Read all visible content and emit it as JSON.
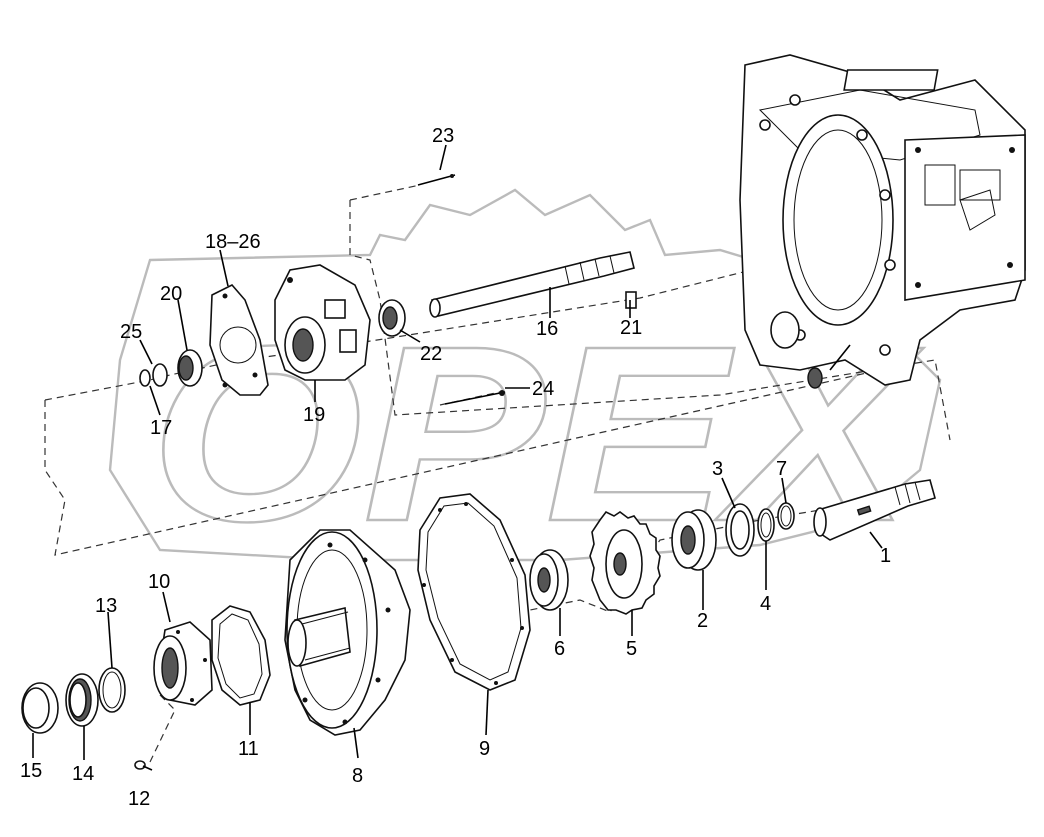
{
  "watermark": {
    "text": "OPEX",
    "color": "#bbbbbb"
  },
  "callouts": {
    "c1": "1",
    "c2": "2",
    "c3": "3",
    "c4": "4",
    "c5": "5",
    "c6": "6",
    "c7": "7",
    "c8": "8",
    "c9": "9",
    "c10": "10",
    "c11": "11",
    "c12": "12",
    "c13": "13",
    "c14": "14",
    "c15": "15",
    "c16": "16",
    "c17": "17",
    "c18_26": "18–26",
    "c19": "19",
    "c20": "20",
    "c21": "21",
    "c22": "22",
    "c23": "23",
    "c24": "24",
    "c25": "25"
  },
  "colors": {
    "line": "#111111",
    "fill": "#ffffff",
    "shade": "#555555"
  }
}
